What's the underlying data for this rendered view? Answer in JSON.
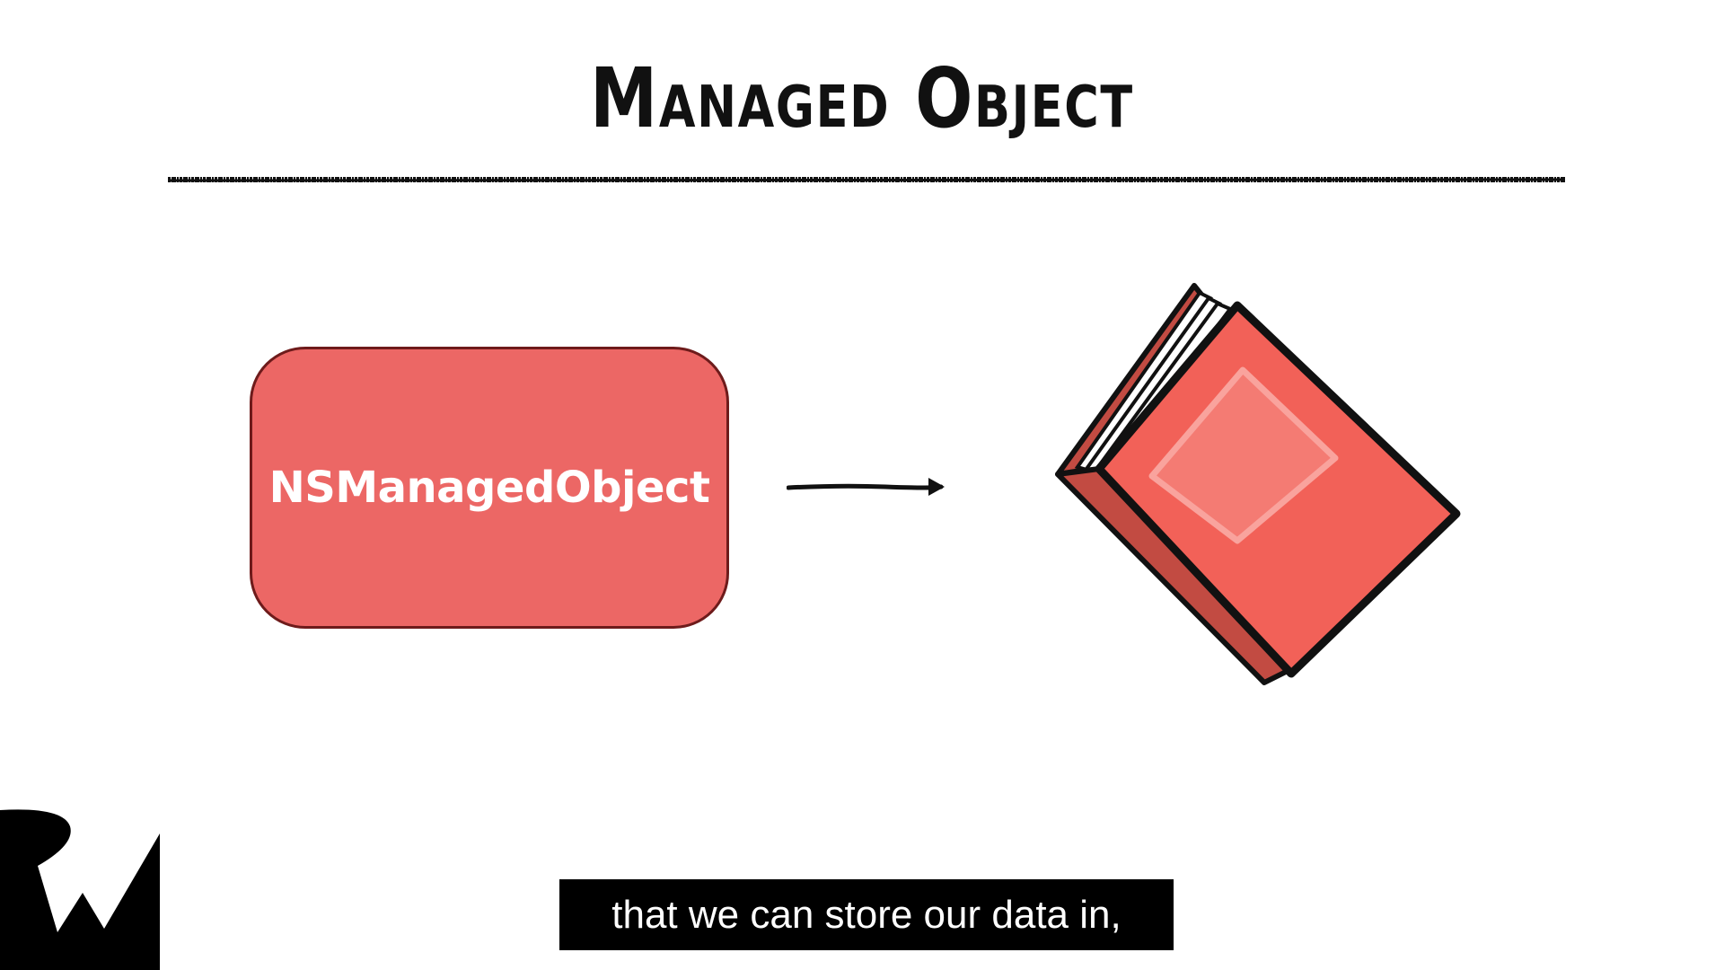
{
  "slide": {
    "title": "Managed Object",
    "entity_label": "NSManagedObject",
    "caption": "that we can store our data in,"
  },
  "icons": {
    "arrow": "right-arrow-icon",
    "book": "book-icon",
    "logo": "rw-logo-icon"
  },
  "colors": {
    "background": "#ffffff",
    "entity_fill": "#ec6765",
    "entity_border": "#6e1b1b",
    "book_cover": "#f26158",
    "book_spine": "#c24b42",
    "caption_bg": "#000000",
    "caption_text": "#ffffff",
    "ink": "#111111"
  }
}
